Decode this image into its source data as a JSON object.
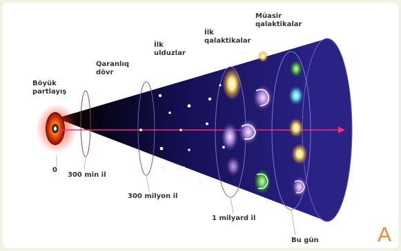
{
  "labels": {
    "big_bang": "Böyük\npartlayış",
    "dark_age": "Qaranlıq\ndövr",
    "first_stars": "İlk\nulduzlar",
    "first_galaxies": "İlk\nqalaktikalar",
    "modern_galaxies": "Müasir\nqalaktikalar"
  },
  "timeline": {
    "t0": "0",
    "t1": "300 min il",
    "t2": "300 milyon il",
    "t3": "1 milyard il",
    "t4": "Bu gün"
  },
  "panel_letter": "A",
  "colors": {
    "cone_dark": "#0c0a3a",
    "cone_light": "#3a2fa0",
    "big_bang_red": "#ff3a1a",
    "arrow": "#ff2a7a",
    "letter": "#e58a3a"
  }
}
